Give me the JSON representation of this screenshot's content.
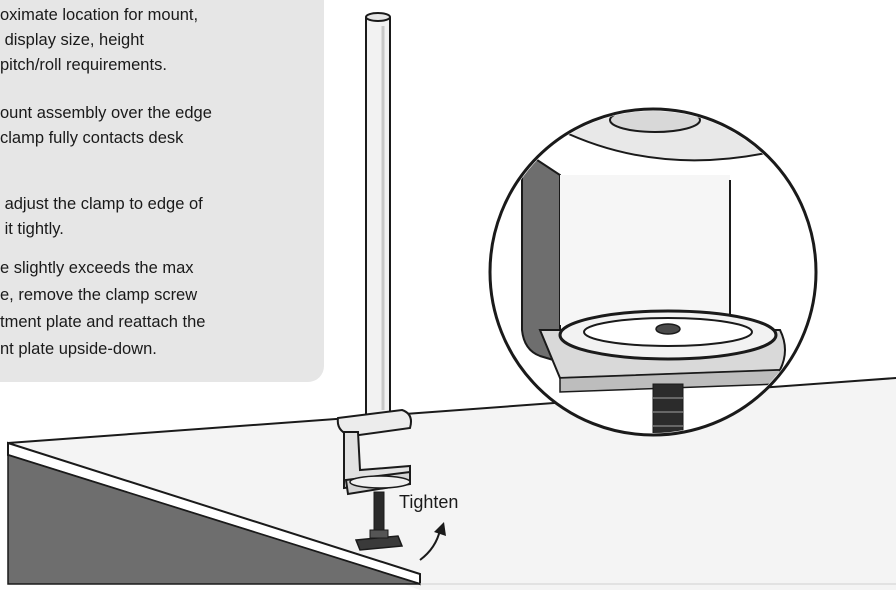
{
  "instructions": {
    "steps": [
      {
        "lines": [
          "oximate location for mount,",
          " display size, height",
          "pitch/roll requirements."
        ]
      },
      {
        "lines": [
          "ount assembly over the edge",
          "clamp fully contacts desk"
        ]
      },
      {
        "lines": [
          " adjust the clamp to edge of",
          " it tightly."
        ]
      },
      {
        "lines": [
          "e slightly exceeds the max",
          "e, remove the clamp screw",
          "tment plate and reattach the",
          "nt plate upside-down."
        ]
      }
    ]
  },
  "illustration": {
    "tighten_label": "Tighten",
    "colors": {
      "panel": "#e6e6e6",
      "line": "#1a1a1a",
      "desk_side": "#6e6e6e",
      "desk_top": "#f2f2f2"
    }
  }
}
